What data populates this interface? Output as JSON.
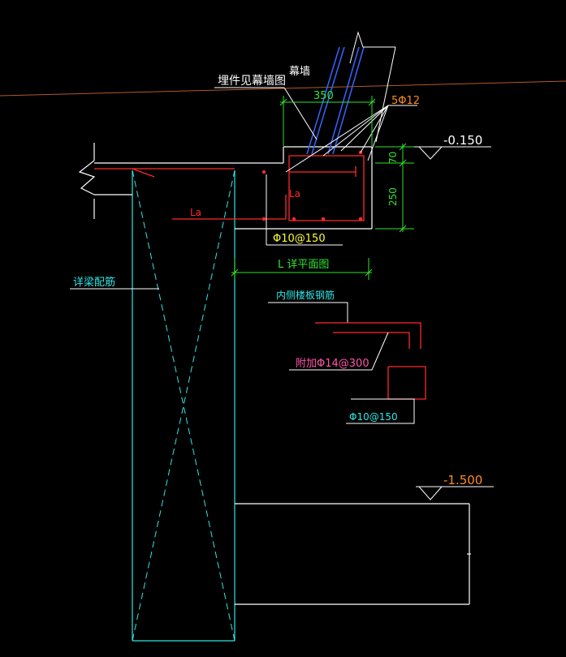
{
  "labels": {
    "curtain_wall": "幕墙",
    "embedded_parts_note": "埋件见幕墙图",
    "dim_350": "350",
    "rebar_5phi12": "5Φ12",
    "elev_top": "-0.150",
    "dim_70": "70",
    "dim_250": "250",
    "la_right": "La",
    "la_left": "La",
    "stirrup": "Φ10@150",
    "l_plan": "L 详平面图",
    "beam_rebar_note": "详梁配筋",
    "inner_slab_rebar": "内侧楼板钢筋",
    "additional_rebar": "附加Φ14@300",
    "stirrup_lower": "Φ10@150",
    "elev_bottom": "-1.500"
  },
  "colors": {
    "background": "#000000",
    "white": "#ffffff",
    "red": "#ff2a2a",
    "green": "#2ee62e",
    "cyan": "#2ee6e6",
    "yellow": "#ffff33",
    "orange": "#ff8c1a",
    "blue": "#3366ff",
    "magenta": "#ff55aa",
    "brown": "#b05a2a"
  }
}
